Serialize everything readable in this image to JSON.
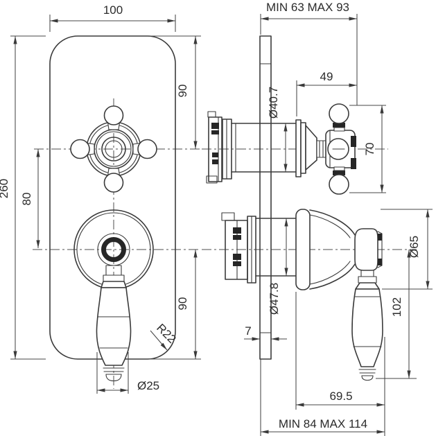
{
  "drawing": {
    "colors": {
      "background": "#ffffff",
      "line": "#3a3a3a",
      "dimension": "#454545",
      "text": "#2b2b2b"
    },
    "views": {
      "front": {
        "dims": {
          "plate_width": "100",
          "plate_height": "260",
          "plate_top_to_cross_center": "90",
          "cross_center_to_lever_center": "80",
          "lever_center_to_plate_bottom": "90",
          "corner_radius": "R22",
          "lever_tip_diameter": "Ø25"
        }
      },
      "side": {
        "dims": {
          "depth_range_upper": "MIN 63 MAX 93",
          "cross_handle_projection": "49",
          "upper_sleeve_diameter": "Ø40.7",
          "cross_handle_span": "70",
          "lever_escutcheon_diameter": "Ø65",
          "lever_length": "102",
          "lower_sleeve_diameter": "Ø47.8",
          "wall_plate_thickness": "7",
          "lever_projection": "69.5",
          "depth_range_lower": "MIN 84 MAX 114"
        }
      }
    }
  }
}
